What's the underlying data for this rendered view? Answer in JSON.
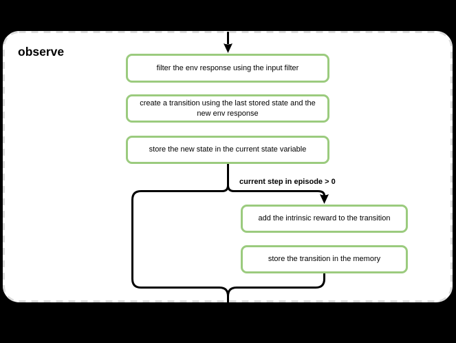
{
  "diagram": {
    "title": "observe",
    "branch_condition": "current step in episode > 0",
    "steps": [
      {
        "label": "filter the env response using the input filter"
      },
      {
        "label": "create a transition using the last stored state and the\nnew env response"
      },
      {
        "label": "store the new state in the current state variable"
      },
      {
        "label": "add the intrinsic reward to the transition"
      },
      {
        "label": "store the transition in the memory"
      }
    ],
    "colors": {
      "page_background": "#000000",
      "panel_background": "#ffffff",
      "panel_dashed_border": "#dcdcdc",
      "node_border": "#9bcb7e",
      "connector": "#000000",
      "text": "#000000"
    }
  }
}
